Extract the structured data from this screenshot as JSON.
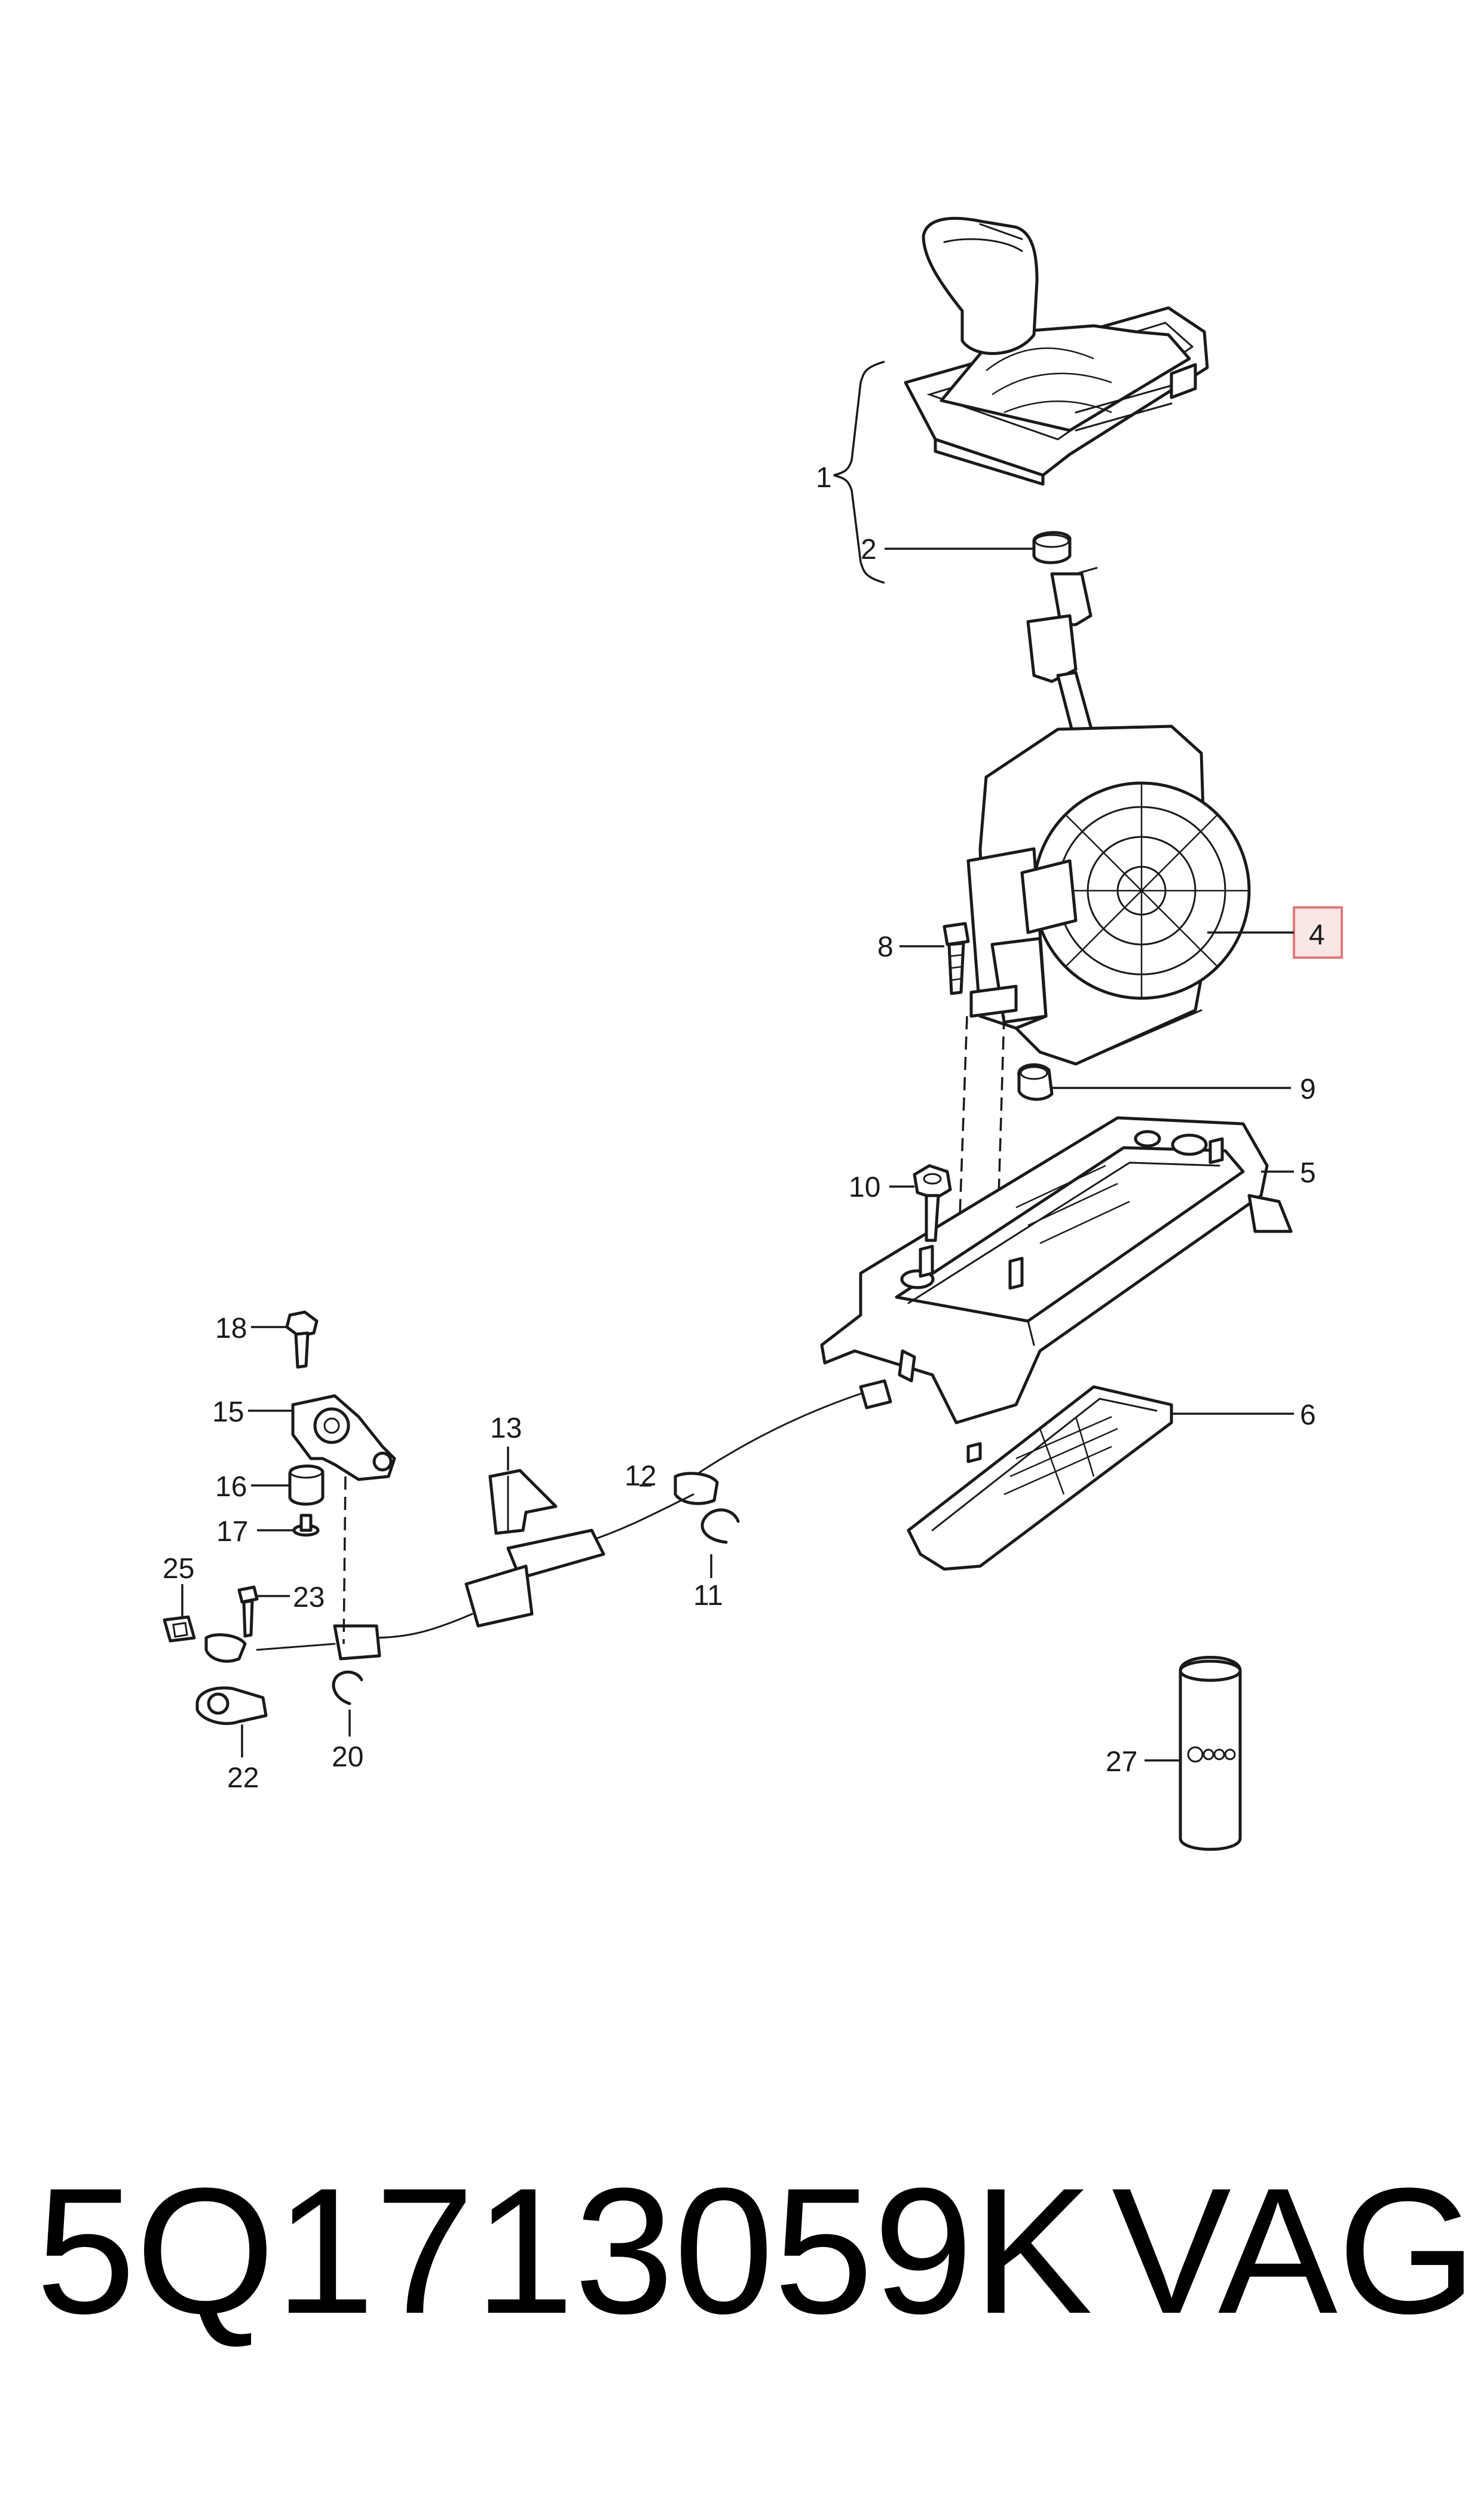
{
  "callouts": {
    "c1": "1",
    "c2": "2",
    "c4": "4",
    "c5": "5",
    "c6": "6",
    "c8": "8",
    "c9": "9",
    "c10": "10",
    "c11": "11",
    "c12": "12",
    "c13": "13",
    "c15": "15",
    "c16": "16",
    "c17": "17",
    "c18": "18",
    "c20": "20",
    "c22": "22",
    "c23": "23",
    "c25": "25",
    "c27": "27"
  },
  "highlight_color": "#e07a7a",
  "caption": {
    "part_number": "5Q1713059K",
    "brand": "VAG"
  }
}
